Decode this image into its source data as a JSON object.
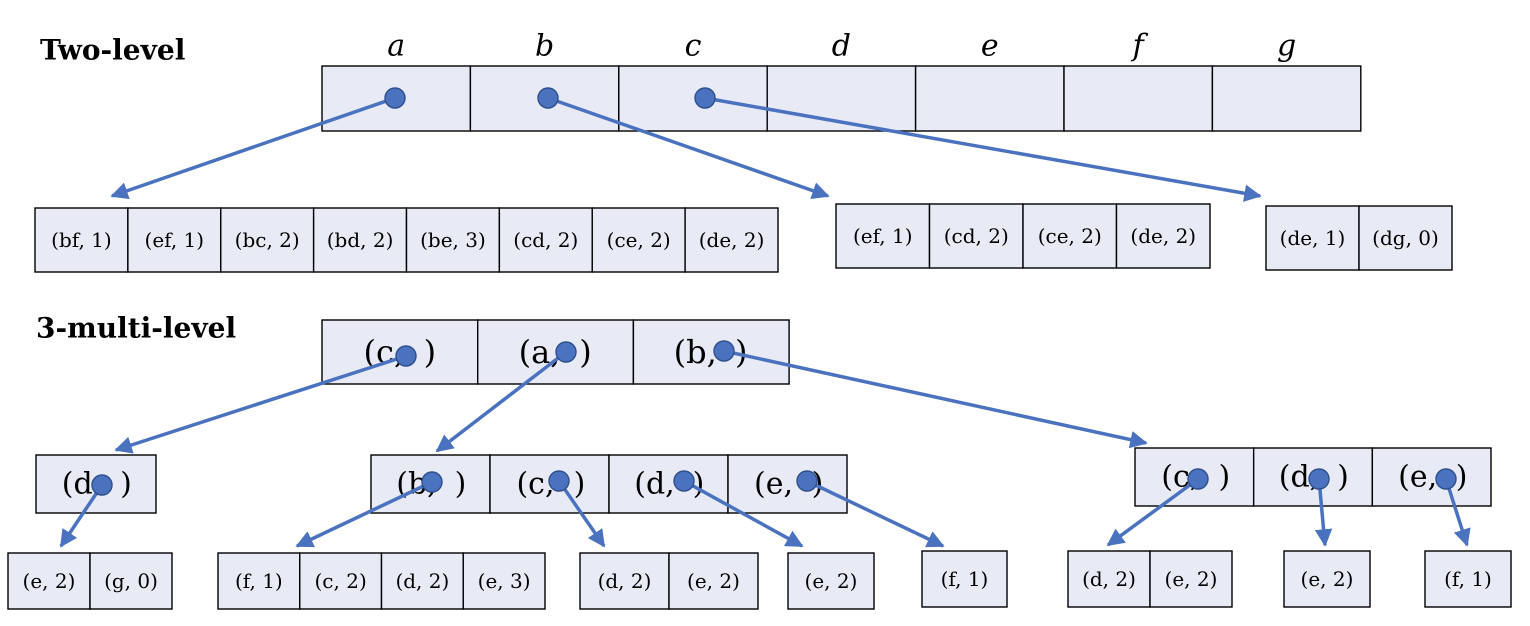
{
  "titles": {
    "two_level": "Two-level",
    "multi_level": "3-multi-level"
  },
  "two_level": {
    "column_labels": [
      "a",
      "b",
      "c",
      "d",
      "e",
      "f",
      "g"
    ],
    "pointer_columns": [
      "a",
      "b",
      "c"
    ],
    "groups": [
      {
        "from": "a",
        "cells": [
          "(bf, 1)",
          "(ef, 1)",
          "(bc, 2)",
          "(bd, 2)",
          "(be, 3)",
          "(cd, 2)",
          "(ce, 2)",
          "(de, 2)"
        ]
      },
      {
        "from": "b",
        "cells": [
          "(ef, 1)",
          "(cd, 2)",
          "(ce, 2)",
          "(de, 2)"
        ]
      },
      {
        "from": "c",
        "cells": [
          "(de, 1)",
          "(dg, 0)"
        ]
      }
    ]
  },
  "multi_level": {
    "root": [
      "(c, ",
      "(a, ",
      "(b, "
    ],
    "closing": ")",
    "middle": [
      {
        "parent": "c",
        "cells": [
          "(d, "
        ]
      },
      {
        "parent": "a",
        "cells": [
          "(b, ",
          "(c, ",
          "(d, ",
          "(e, "
        ]
      },
      {
        "parent": "b",
        "cells": [
          "(c, ",
          "(d, ",
          "(e, "
        ]
      }
    ],
    "leaves": [
      {
        "parent": "c.d",
        "cells": [
          "(e, 2)",
          "(g, 0)"
        ]
      },
      {
        "parent": "a.b",
        "cells": [
          "(f, 1)",
          "(c, 2)",
          "(d, 2)",
          "(e, 3)"
        ]
      },
      {
        "parent": "a.c",
        "cells": [
          "(d, 2)",
          "(e, 2)"
        ]
      },
      {
        "parent": "a.d",
        "cells": [
          "(e, 2)"
        ]
      },
      {
        "parent": "a.e",
        "cells": [
          "(f, 1)"
        ]
      },
      {
        "parent": "b.c",
        "cells": [
          "(d, 2)",
          "(e, 2)"
        ]
      },
      {
        "parent": "b.d",
        "cells": [
          "(e, 2)"
        ]
      },
      {
        "parent": "b.e",
        "cells": [
          "(f, 1)"
        ]
      }
    ]
  },
  "colors": {
    "cell_fill": "#e8ebf5",
    "pointer": "#4a72bf",
    "border": "#000000"
  }
}
